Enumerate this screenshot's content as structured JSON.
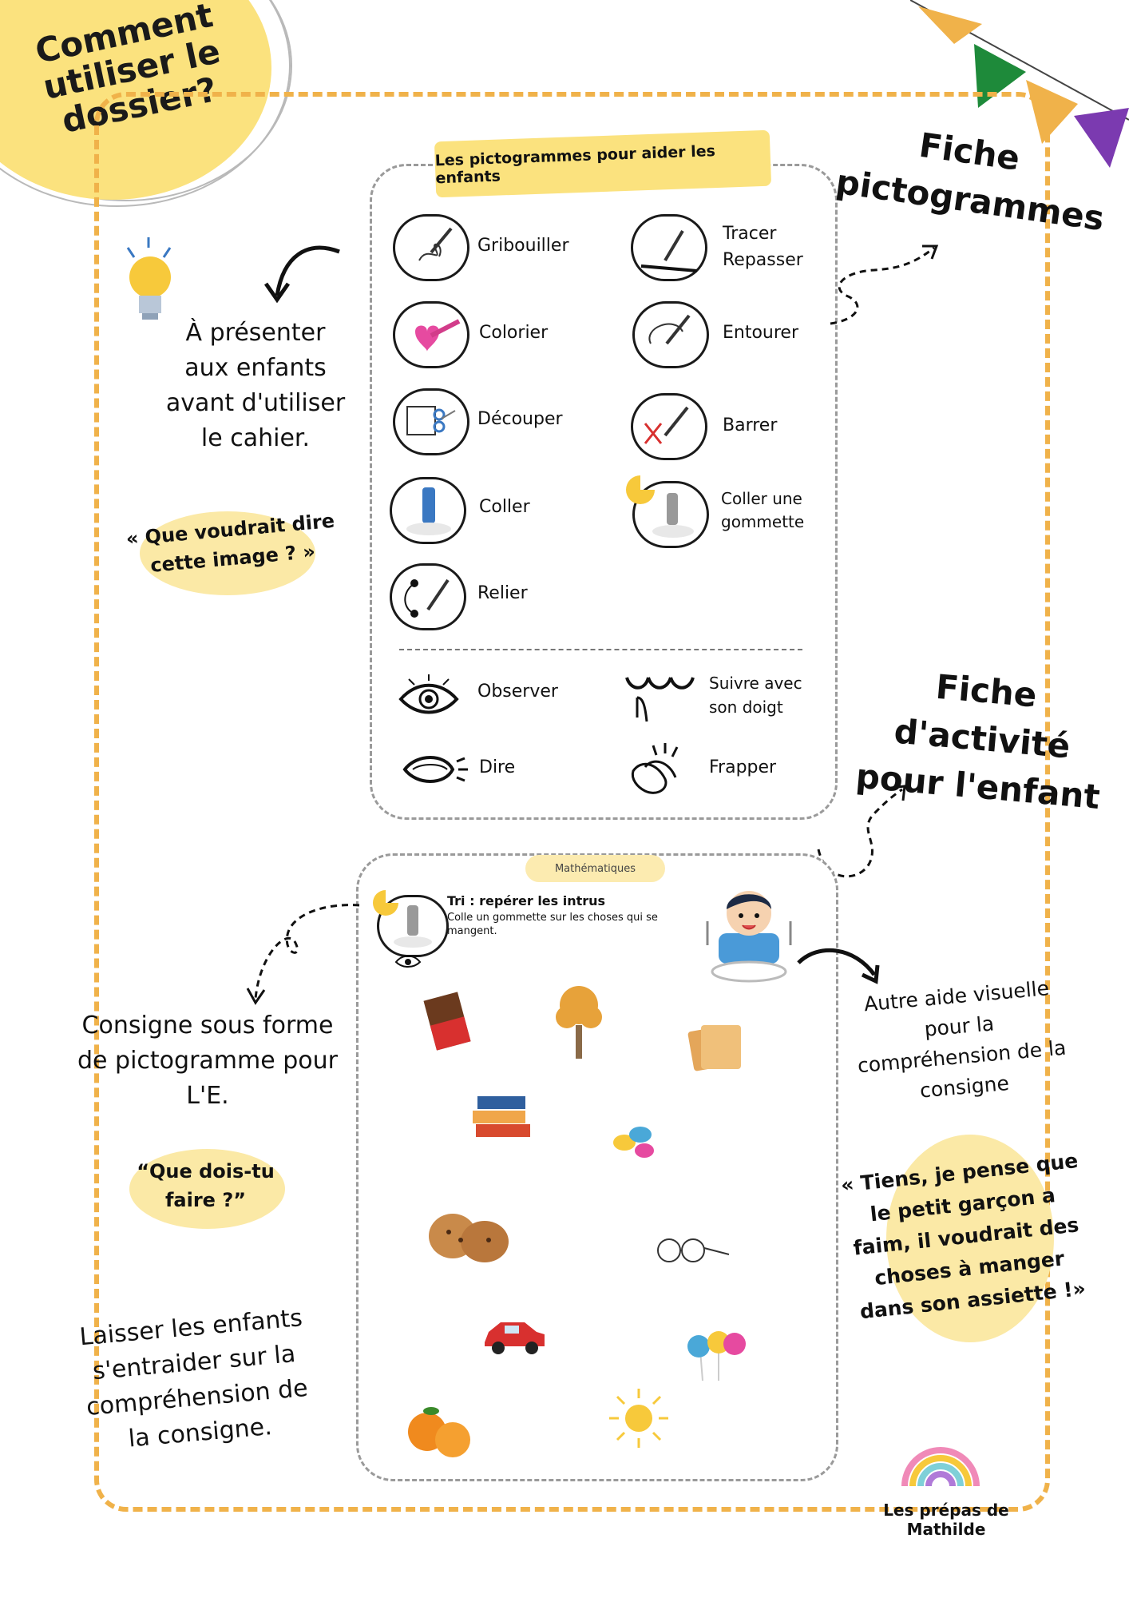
{
  "title": "Comment utiliser le dossier?",
  "picto_card": {
    "header": "Les pictogrammes pour aider les enfants",
    "items": [
      {
        "label": "Gribouiller",
        "icon": "scribble-icon"
      },
      {
        "label": "Tracer Repasser",
        "icon": "trace-icon"
      },
      {
        "label": "Colorier",
        "icon": "color-icon"
      },
      {
        "label": "Entourer",
        "icon": "circle-around-icon"
      },
      {
        "label": "Découper",
        "icon": "scissors-icon"
      },
      {
        "label": "Barrer",
        "icon": "cross-out-icon"
      },
      {
        "label": "Coller",
        "icon": "glue-icon"
      },
      {
        "label": "Coller une gommette",
        "icon": "sticker-icon"
      },
      {
        "label": "Relier",
        "icon": "link-icon"
      }
    ],
    "extra": [
      {
        "label": "Observer",
        "icon": "eye-icon"
      },
      {
        "label": "Suivre avec son doigt",
        "icon": "finger-follow-icon"
      },
      {
        "label": "Dire",
        "icon": "mouth-icon"
      },
      {
        "label": "Frapper",
        "icon": "clap-icon"
      }
    ]
  },
  "labels": {
    "fiche_pictos": "Fiche pictogrammes",
    "fiche_activite": "Fiche d'activité pour l'enfant",
    "presenter": "À présenter aux enfants avant d'utiliser le cahier.",
    "quote_image": "« Que voudrait dire cette image ? »",
    "consigne": "Consigne sous forme de pictogramme pour L'E.",
    "quote_faire": "“Que dois-tu faire ?”",
    "laisser": "Laisser les enfants s'entraider sur la compréhension de la consigne.",
    "autre_aide": "Autre aide visuelle pour la compréhension de la consigne",
    "quote_tiens": "« Tiens, je pense que le petit garçon a faim, il voudrait des choses à manger dans son assiette !»",
    "brand": "Les prépas de Mathilde"
  },
  "activity": {
    "subject": "Mathématiques",
    "task_title": "Tri : repérer les intrus",
    "task_text": "Colle un gommette sur les choses qui se mangent.",
    "items": [
      "chocolate-icon",
      "tree-icon",
      "cracker-icon",
      "books-icon",
      "candy-icon",
      "cookies-icon",
      "glasses-icon",
      "car-icon",
      "lollipop-icon",
      "mandarin-icon",
      "sun-icon"
    ]
  },
  "colors": {
    "accent": "#f0b24a",
    "highlight": "#fbe27e",
    "green": "#1e8a3a",
    "purple": "#7b3ab0"
  }
}
